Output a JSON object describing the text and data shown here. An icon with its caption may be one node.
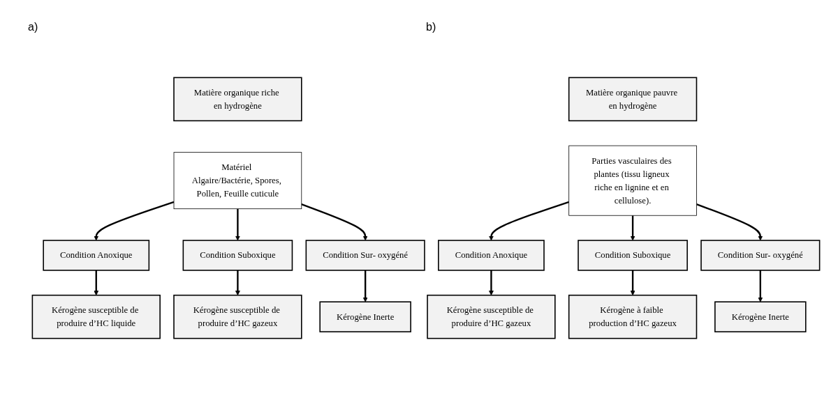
{
  "diagram": {
    "nodes": [
      {
        "text": [
          "Matière organique riche en hydrogène"
        ]
      },
      {
        "text": [
          "Matériel Algaire/Bactérie, Spores, Pollen, Feuille cuticule"
        ]
      },
      {
        "text": [
          "Condition Anoxique"
        ]
      },
      {
        "text": [
          "Condition Suboxique"
        ]
      },
      {
        "text": [
          "Condition Sur- oxygéné"
        ]
      },
      {
        "text": [
          "Kérogène susceptible de produire d’HC liquide"
        ]
      },
      {
        "text": [
          "Kérogène susceptible de produire d’HC gazeux"
        ]
      },
      {
        "text": [
          "Kérogène Inerte"
        ]
      },
      {
        "text": [
          "Matière organique pauvre en hydrogène"
        ]
      },
      {
        "text": [
          "Parties vasculaires des plantes (tissu ligneux riche en lignine et en cellulose)."
        ]
      },
      {
        "text": [
          "Condition Anoxique"
        ]
      },
      {
        "text": [
          "Condition Suboxique"
        ]
      },
      {
        "text": [
          "Condition Sur- oxygéné"
        ]
      },
      {
        "text": [
          "Kérogène susceptible de produire d’HC gazeux"
        ]
      },
      {
        "text": [
          "Kérogène à faible production d’HC gazeux"
        ]
      },
      {
        "text": [
          "Kérogène Inerte"
        ]
      }
    ],
    "edges": [
      {
        "from": 1,
        "to": 2,
        "arrow": "to"
      },
      {
        "from": 1,
        "to": 3,
        "arrow": "to"
      },
      {
        "from": 1,
        "to": 4,
        "arrow": "to"
      },
      {
        "from": 2,
        "to": 5,
        "arrow": "to"
      },
      {
        "from": 3,
        "to": 6,
        "arrow": "to"
      },
      {
        "from": 4,
        "to": 7,
        "arrow": "to"
      },
      {
        "from": 9,
        "to": 10,
        "arrow": "to"
      },
      {
        "from": 9,
        "to": 11,
        "arrow": "to"
      },
      {
        "from": 9,
        "to": 12,
        "arrow": "to"
      },
      {
        "from": 10,
        "to": 13,
        "arrow": "to"
      },
      {
        "from": 11,
        "to": 14,
        "arrow": "to"
      },
      {
        "from": 12,
        "to": 15,
        "arrow": "to"
      }
    ],
    "labels": [
      "a)",
      "b)"
    ]
  }
}
